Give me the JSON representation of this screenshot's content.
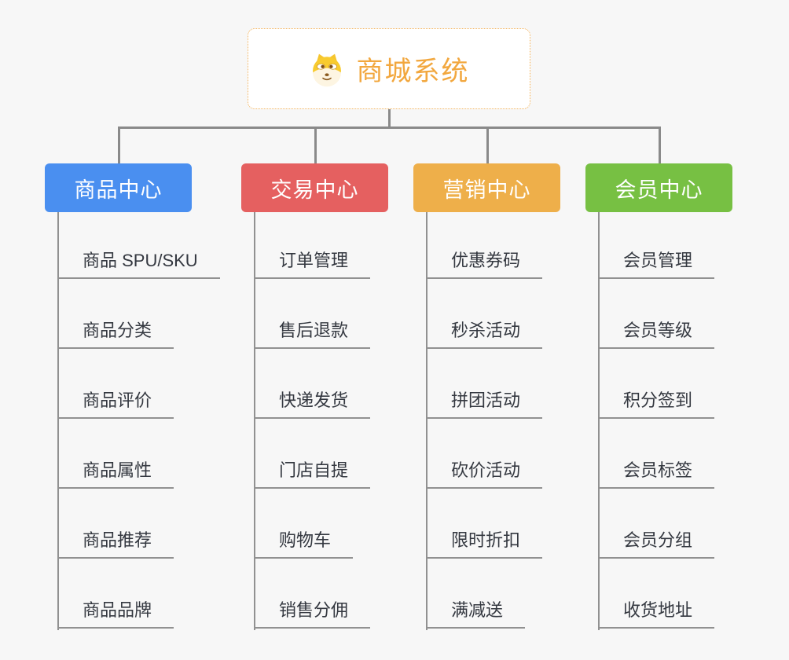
{
  "background": "#f7f7f7",
  "connector_color": "#8a8a8a",
  "leaf_line_color": "#919191",
  "leaf_text_color": "#343840",
  "root": {
    "label": "商城系统",
    "icon": "dog-icon",
    "text_color": "#f2a73e",
    "border_color": "#f3b158",
    "fill": "#ffffff"
  },
  "branches": [
    {
      "label": "商品中心",
      "color": "#4a8ff0",
      "children": [
        "商品 SPU/SKU",
        "商品分类",
        "商品评价",
        "商品属性",
        "商品推荐",
        "商品品牌"
      ]
    },
    {
      "label": "交易中心",
      "color": "#e56060",
      "children": [
        "订单管理",
        "售后退款",
        "快递发货",
        "门店自提",
        "购物车",
        "销售分佣"
      ]
    },
    {
      "label": "营销中心",
      "color": "#eeaf4a",
      "children": [
        "优惠券码",
        "秒杀活动",
        "拼团活动",
        "砍价活动",
        "限时折扣",
        "满减送"
      ]
    },
    {
      "label": "会员中心",
      "color": "#77c043",
      "children": [
        "会员管理",
        "会员等级",
        "积分签到",
        "会员标签",
        "会员分组",
        "收货地址"
      ]
    }
  ]
}
